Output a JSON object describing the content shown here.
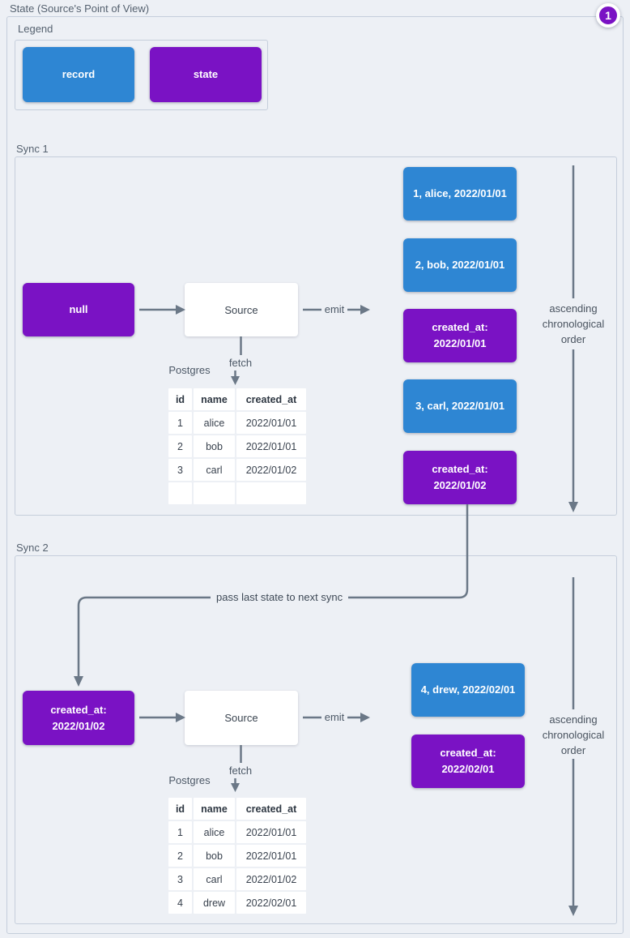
{
  "title": "State (Source's Point of View)",
  "badge": {
    "label": "1"
  },
  "colors": {
    "record_blue": "#2e86d3",
    "state_purple": "#7a12c4",
    "arrow_gray": "#6b7887",
    "canvas_bg": "#edf0f5"
  },
  "legend": {
    "label": "Legend",
    "record_label": "record",
    "state_label": "state"
  },
  "sync1": {
    "label": "Sync 1",
    "input_state": "null",
    "source_label": "Source",
    "emit_label": "emit",
    "fetch_label": "fetch",
    "db_label": "Postgres",
    "order_label": "ascending chronological order",
    "table": {
      "headers": [
        "id",
        "name",
        "created_at"
      ],
      "rows": [
        [
          "1",
          "alice",
          "2022/01/01"
        ],
        [
          "2",
          "bob",
          "2022/01/01"
        ],
        [
          "3",
          "carl",
          "2022/01/02"
        ],
        [
          "",
          "",
          ""
        ]
      ]
    },
    "messages": [
      {
        "type": "record",
        "text": "1, alice, 2022/01/01"
      },
      {
        "type": "record",
        "text": "2, bob, 2022/01/01"
      },
      {
        "type": "state",
        "text": "created_at: 2022/01/01"
      },
      {
        "type": "record",
        "text": "3, carl, 2022/01/01"
      },
      {
        "type": "state",
        "text": "created_at: 2022/01/02"
      }
    ]
  },
  "connector": {
    "label": "pass last state to next sync"
  },
  "sync2": {
    "label": "Sync 2",
    "input_state": "created_at: 2022/01/02",
    "source_label": "Source",
    "emit_label": "emit",
    "fetch_label": "fetch",
    "db_label": "Postgres",
    "order_label": "ascending chronological order",
    "table": {
      "headers": [
        "id",
        "name",
        "created_at"
      ],
      "rows": [
        [
          "1",
          "alice",
          "2022/01/01"
        ],
        [
          "2",
          "bob",
          "2022/01/01"
        ],
        [
          "3",
          "carl",
          "2022/01/02"
        ],
        [
          "4",
          "drew",
          "2022/02/01"
        ]
      ]
    },
    "messages": [
      {
        "type": "record",
        "text": "4, drew, 2022/02/01"
      },
      {
        "type": "state",
        "text": "created_at: 2022/02/01"
      }
    ]
  }
}
